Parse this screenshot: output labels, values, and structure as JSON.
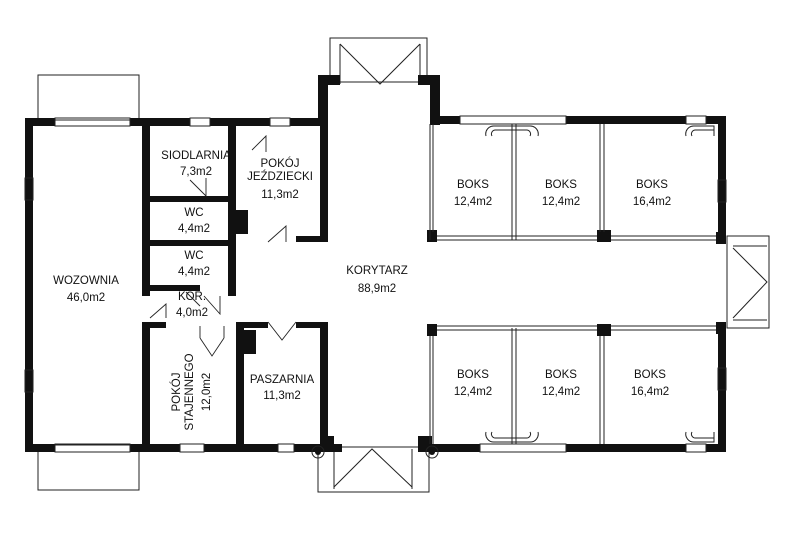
{
  "rooms": {
    "wozownia": {
      "name": "WOZOWNIA",
      "area": "46,0m2"
    },
    "siodlarnia": {
      "name": "SIODLARNIA",
      "area": "7,3m2"
    },
    "pokoj_jezdziecki": {
      "name_1": "POKÓJ",
      "name_2": "JEŹDZIECKI",
      "area": "11,3m2"
    },
    "wc1": {
      "name": "WC",
      "area": "4,4m2"
    },
    "wc2": {
      "name": "WC",
      "area": "4,4m2"
    },
    "kor": {
      "name": "KOR.",
      "area": "4,0m2"
    },
    "pokoj_stajennego": {
      "name_1": "POKÓJ",
      "name_2": "STAJENNEGO",
      "area": "12,0m2"
    },
    "paszarnia": {
      "name": "PASZARNIA",
      "area": "11,3m2"
    },
    "korytarz": {
      "name": "KORYTARZ",
      "area": "88,9m2"
    },
    "boks_top_1": {
      "name": "BOKS",
      "area": "12,4m2"
    },
    "boks_top_2": {
      "name": "BOKS",
      "area": "12,4m2"
    },
    "boks_top_3": {
      "name": "BOKS",
      "area": "16,4m2"
    },
    "boks_bot_1": {
      "name": "BOKS",
      "area": "12,4m2"
    },
    "boks_bot_2": {
      "name": "BOKS",
      "area": "12,4m2"
    },
    "boks_bot_3": {
      "name": "BOKS",
      "area": "16,4m2"
    }
  },
  "colors": {
    "wall": "#111111",
    "line": "#222222",
    "background": "#ffffff"
  }
}
